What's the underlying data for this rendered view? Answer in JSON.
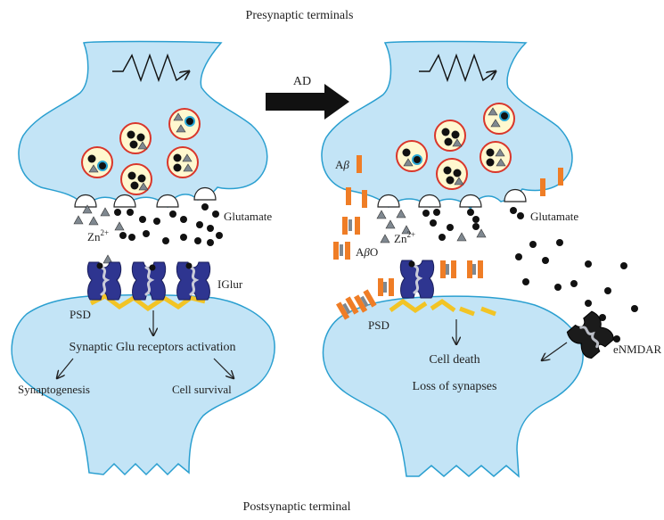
{
  "labels": {
    "title_top": "Presynaptic terminals",
    "title_bottom": "Postsynaptic terminal",
    "arrow_label": "AD",
    "left": {
      "glutamate": "Glutamate",
      "zn": "Zn",
      "zn_sup": "2+",
      "iglur": "IGlur",
      "psd": "PSD",
      "activation": "Synaptic Glu receptors activation",
      "synaptogenesis": "Synaptogenesis",
      "cell_survival": "Cell survival"
    },
    "right": {
      "abeta_pre": "A",
      "abeta_greek": "β",
      "abo_pre": "A",
      "abo_greek": "β",
      "abo_post": "O",
      "glutamate": "Glutamate",
      "zn": "Zn",
      "zn_sup": "2+",
      "psd": "PSD",
      "cell_death": "Cell death",
      "loss_synapses": "Loss of synapses",
      "enmdar": "eNMDAR"
    }
  },
  "colors": {
    "terminal_fill": "#c3e4f6",
    "terminal_stroke": "#2a9fd0",
    "vesicle_ring": "#d9362b",
    "vesicle_fill": "#fff8cf",
    "receptor": "#2e3590",
    "psd": "#f2c425",
    "amyloid": "#ef7d26",
    "zinc": "#7f8890",
    "glutamate": "#111111"
  }
}
